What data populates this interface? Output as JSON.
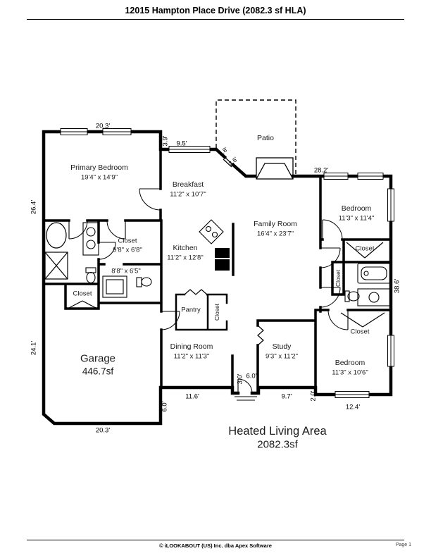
{
  "page": {
    "title": "12015 Hampton Place Drive (2082.3 sf HLA)",
    "footer_copyright": "© iLOOKABOUT (US) Inc. dba Apex Software",
    "footer_page": "Page 1"
  },
  "summary": {
    "label": "Heated Living Area",
    "value": "2082.3sf"
  },
  "rooms": {
    "primary_bedroom": {
      "name": "Primary Bedroom",
      "dims": "19'4\" x 14'9\""
    },
    "breakfast": {
      "name": "Breakfast",
      "dims": "11'2\" x 10'7\""
    },
    "patio": {
      "name": "Patio"
    },
    "family_room": {
      "name": "Family Room",
      "dims": "16'4\" x 23'7\""
    },
    "bedroom_top_right": {
      "name": "Bedroom",
      "dims": "11'3\" x 11'4\""
    },
    "kitchen": {
      "name": "Kitchen",
      "dims": "11'2\" x 12'8\""
    },
    "closet_primary": {
      "name": "Closet",
      "dims": "9'8\" x 6'8\""
    },
    "bath": {
      "dims": "8'8\" x 6'5\""
    },
    "closet_hall": {
      "name": "Closet"
    },
    "garage": {
      "name": "Garage",
      "area": "446.7sf"
    },
    "pantry": {
      "name": "Pantry"
    },
    "closet_pantry": {
      "name": "Closet"
    },
    "dining_room": {
      "name": "Dining Room",
      "dims": "11'2\" x 11'3\""
    },
    "study": {
      "name": "Study",
      "dims": "9'3\" x 11'2\""
    },
    "bedroom_bottom_right": {
      "name": "Bedroom",
      "dims": "11'3\" x 10'6\""
    },
    "closet_right_top": {
      "name": "Closet"
    },
    "closet_right_mid": {
      "name": "Closet"
    },
    "closet_right_bottom": {
      "name": "Closet"
    }
  },
  "dimensions": {
    "top_20_3": "20.3'",
    "step_3_9": "3.9'",
    "breakfast_9_5": "9.5'",
    "patio_2_8": "2.8'",
    "patio_2_6": "2.6'",
    "right_top_28_2": "28.2'",
    "left_26_4": "26.4'",
    "left_24_1": "24.1'",
    "right_38_6": "38.6'",
    "garage_6_0": "6.0'",
    "dining_11_6": "11.6'",
    "entry_3_0": "3.0'",
    "entry_6_0": "6.0'",
    "study_9_7": "9.7'",
    "step_2_0": "2.0'",
    "bedroom_12_4": "12.4'",
    "garage_20_3": "20.3'"
  }
}
